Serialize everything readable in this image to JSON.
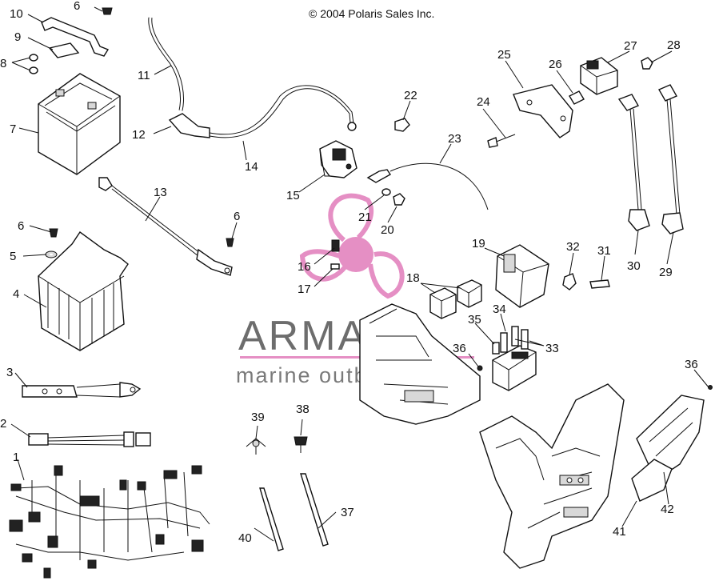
{
  "copyright": "© 2004 Polaris Sales Inc.",
  "watermark": {
    "brand": "ARMADA",
    "tagline": "marine outboards",
    "accent_color": "#e58fc4",
    "text_color": "#6d6d6d"
  },
  "callouts": {
    "c1": "1",
    "c2": "2",
    "c3": "3",
    "c4": "4",
    "c5": "5",
    "c6a": "6",
    "c6b": "6",
    "c6c": "6",
    "c7": "7",
    "c8": "8",
    "c9": "9",
    "c10": "10",
    "c11": "11",
    "c12": "12",
    "c13": "13",
    "c14": "14",
    "c15": "15",
    "c16": "16",
    "c17": "17",
    "c18": "18",
    "c19": "19",
    "c20": "20",
    "c21": "21",
    "c22": "22",
    "c23": "23",
    "c24": "24",
    "c25": "25",
    "c26": "26",
    "c27": "27",
    "c28": "28",
    "c29": "29",
    "c30": "30",
    "c31": "31",
    "c32": "32",
    "c33": "33",
    "c34": "34",
    "c35": "35",
    "c36a": "36",
    "c36b": "36",
    "c37": "37",
    "c38": "38",
    "c39": "39",
    "c40": "40",
    "c41": "41",
    "c42": "42"
  }
}
